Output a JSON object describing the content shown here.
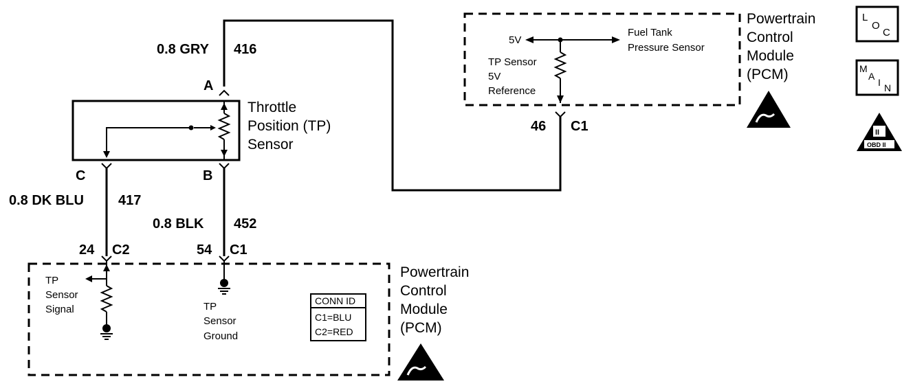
{
  "sensor": {
    "name_line1": "Throttle",
    "name_line2": "Position (TP)",
    "name_line3": "Sensor",
    "pin_a": "A",
    "pin_b": "B",
    "pin_c": "C"
  },
  "wires": {
    "ref": {
      "gauge_color": "0.8 GRY",
      "circuit": "416"
    },
    "signal": {
      "gauge_color": "0.8 DK BLU",
      "circuit": "417"
    },
    "ground": {
      "gauge_color": "0.8 BLK",
      "circuit": "452"
    }
  },
  "pcm_top": {
    "title_line1": "Powertrain",
    "title_line2": "Control",
    "title_line3": "Module",
    "title_line4": "(PCM)",
    "supply_label": "5V",
    "fuel_tank_line1": "Fuel Tank",
    "fuel_tank_line2": "Pressure Sensor",
    "ref_line1": "TP Sensor",
    "ref_line2": "5V",
    "ref_line3": "Reference",
    "pin": "46",
    "connector": "C1"
  },
  "pcm_bottom": {
    "title_line1": "Powertrain",
    "title_line2": "Control",
    "title_line3": "Module",
    "title_line4": "(PCM)",
    "signal_pin": "24",
    "signal_connector": "C2",
    "ground_pin": "54",
    "ground_connector": "C1",
    "signal_line1": "TP",
    "signal_line2": "Sensor",
    "signal_line3": "Signal",
    "ground_line1": "TP",
    "ground_line2": "Sensor",
    "ground_line3": "Ground",
    "conn_id_title": "CONN ID",
    "conn_id_c1": "C1=BLU",
    "conn_id_c2": "C2=RED"
  },
  "icons": {
    "loc": {
      "l": "L",
      "o": "O",
      "c": "C"
    },
    "main": {
      "m": "M",
      "a": "A",
      "i": "I",
      "n": "N"
    },
    "obd": {
      "roman": "II",
      "label": "OBD II"
    }
  }
}
